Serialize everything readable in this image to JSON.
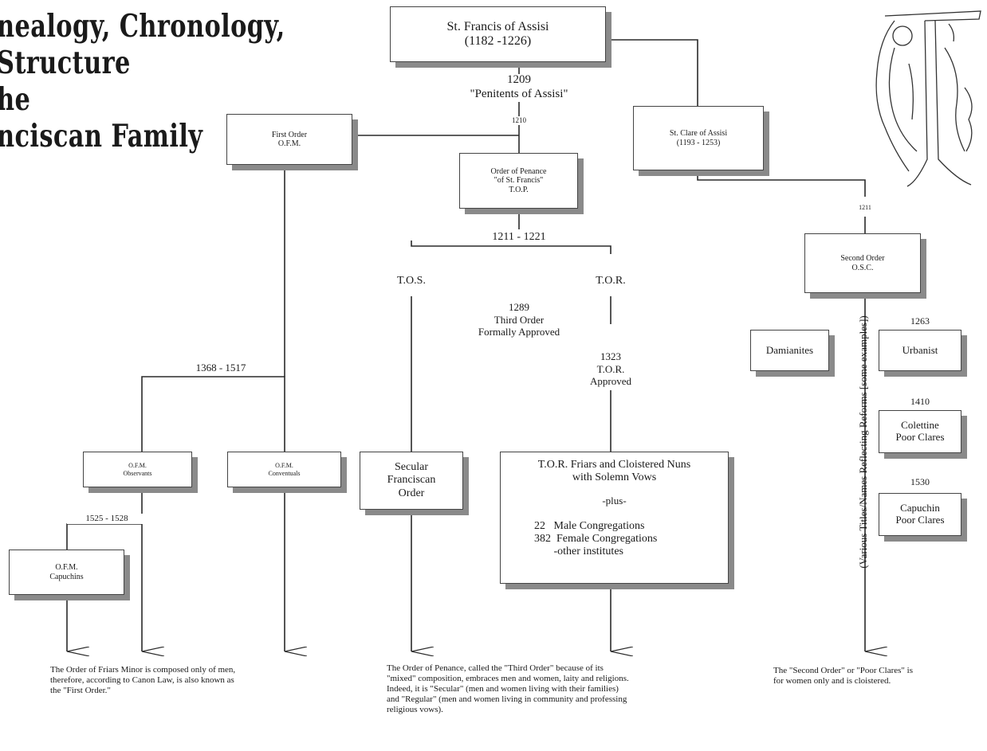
{
  "title": {
    "line1": "nealogy, Chronology,",
    "line2": " Structure",
    "line3": "he",
    "line4": "nciscan Family"
  },
  "nodes": {
    "francis": {
      "line1": "St. Francis of Assisi",
      "line2": "(1182 -1226)"
    },
    "first_order": {
      "line1": "First Order",
      "line2": "O.F.M."
    },
    "clare": {
      "line1": "St. Clare of Assisi",
      "line2": "(1193 - 1253)"
    },
    "penance": {
      "line1": "Order of Penance",
      "line2": "\"of St. Francis\"",
      "line3": "T.O.P."
    },
    "second_order": {
      "line1": "Second Order",
      "line2": "O.S.C."
    },
    "damianites": {
      "line1": "Damianites"
    },
    "urbanist": {
      "line1": "Urbanist"
    },
    "colettine": {
      "line1": "Colettine",
      "line2": "Poor Clares"
    },
    "capuchin_clares": {
      "line1": "Capuchin",
      "line2": "Poor Clares"
    },
    "observants": {
      "line1": "O.F.M.",
      "line2": "Observants"
    },
    "conventuals": {
      "line1": "O.F.M.",
      "line2": "Conventuals"
    },
    "secular": {
      "line1": "Secular",
      "line2": "Franciscan",
      "line3": "Order"
    },
    "tor_friars": {
      "line1": "T.O.R. Friars and Cloistered Nuns",
      "line2": "with Solemn Vows",
      "line3": "-plus-",
      "line4": "22   Male Congregations",
      "line5": "382  Female Congregations",
      "line6": "       -other institutes"
    },
    "capuchins": {
      "line1": "O.F.M.",
      "line2": "Capuchins"
    }
  },
  "labels": {
    "y1209": "1209",
    "penitents": "\"Penitents of Assisi\"",
    "y1210": "1210",
    "y1211_1221": "1211 - 1221",
    "tos": "T.O.S.",
    "tor": "T.O.R.",
    "y1289": "1289",
    "third_order": "Third Order",
    "formally": "Formally Approved",
    "y1323": "1323",
    "tor_approved_1": "T.O.R.",
    "tor_approved_2": "Approved",
    "y1368_1517": "1368 - 1517",
    "y1525_1528": "1525 - 1528",
    "y1211": "1211",
    "y1263": "1263",
    "y1410": "1410",
    "y1530": "1530",
    "vertical": "(Various Titles/Names Reflecting Reforms [some examples])"
  },
  "notes": {
    "first": [
      "The Order of Friars Minor is composed only of men,",
      "therefore, according to Canon Law, is also known as",
      "the \"First Order.\""
    ],
    "third": [
      "The Order of Penance, called the \"Third Order\" because of its",
      "\"mixed\" composition, embraces men and women, laity and religions.",
      "Indeed, it is \"Secular\" (men and women living with their families)",
      "and \"Regular\" (men and women living in community and professing",
      "religious vows)."
    ],
    "second": [
      "The \"Second Order\" or \"Poor Clares\" is",
      "for women only and is cloistered."
    ]
  },
  "colors": {
    "line": "#2a2a2a",
    "shadow": "#8a8a8a"
  },
  "icons": {
    "illustration": "st-francis-sketch-icon"
  }
}
